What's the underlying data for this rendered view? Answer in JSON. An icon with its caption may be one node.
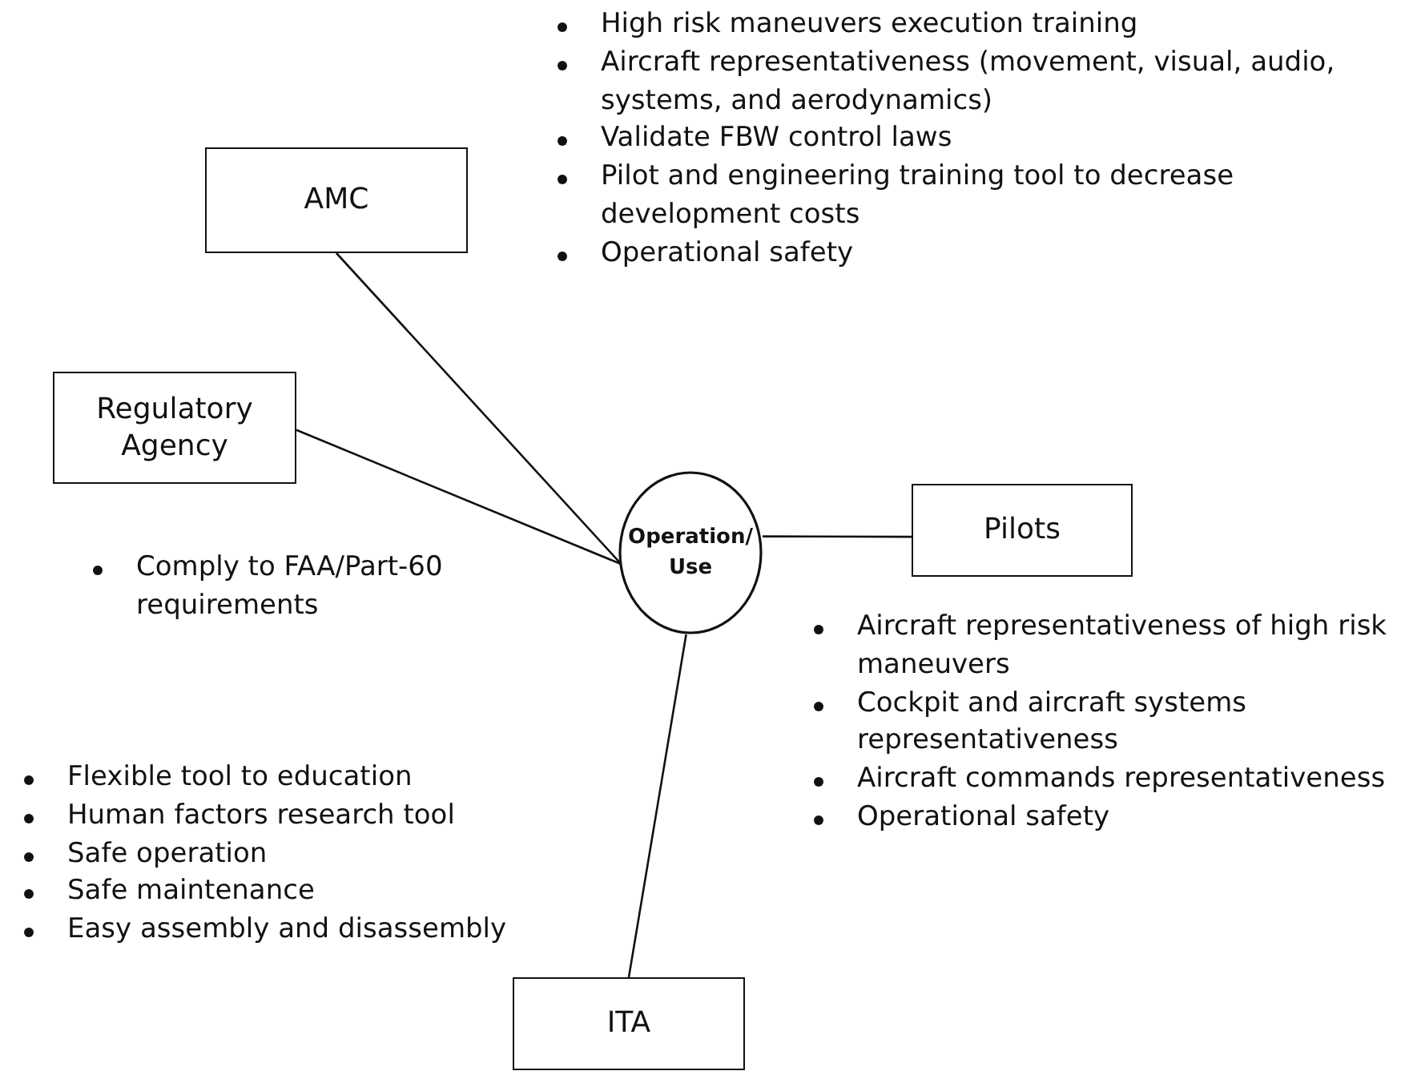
{
  "diagram": {
    "nodes": [
      {
        "text": [
          "AMC"
        ],
        "beside": [
          "High risk maneuvers execution training",
          "Aircraft representativeness (movement, visual, audio, systems, and aerodynamics)",
          "Validate FBW control laws",
          "Pilot and engineering training tool to decrease development costs",
          "Operational safety"
        ]
      },
      {
        "text": [
          "Regulatory Agency"
        ],
        "beside": [
          "Comply to FAA/Part-60 requirements"
        ]
      },
      {
        "text": [
          "Operation/ Use"
        ]
      },
      {
        "text": [
          "Pilots"
        ],
        "beside": [
          "Aircraft representativeness of high risk maneuvers",
          "Cockpit and aircraft systems representativeness",
          "Aircraft commands representativeness",
          "Operational safety"
        ]
      },
      {
        "text": [
          "ITA"
        ],
        "beside": [
          "Flexible tool to education",
          "Human factors research tool",
          "Safe operation",
          "Safe maintenance",
          "Easy assembly and disassembly"
        ]
      }
    ],
    "edges": [
      {
        "from": 0,
        "to": 2,
        "arrow": "none"
      },
      {
        "from": 1,
        "to": 2,
        "arrow": "none"
      },
      {
        "from": 3,
        "to": 2,
        "arrow": "none"
      },
      {
        "from": 4,
        "to": 2,
        "arrow": "none"
      }
    ]
  }
}
